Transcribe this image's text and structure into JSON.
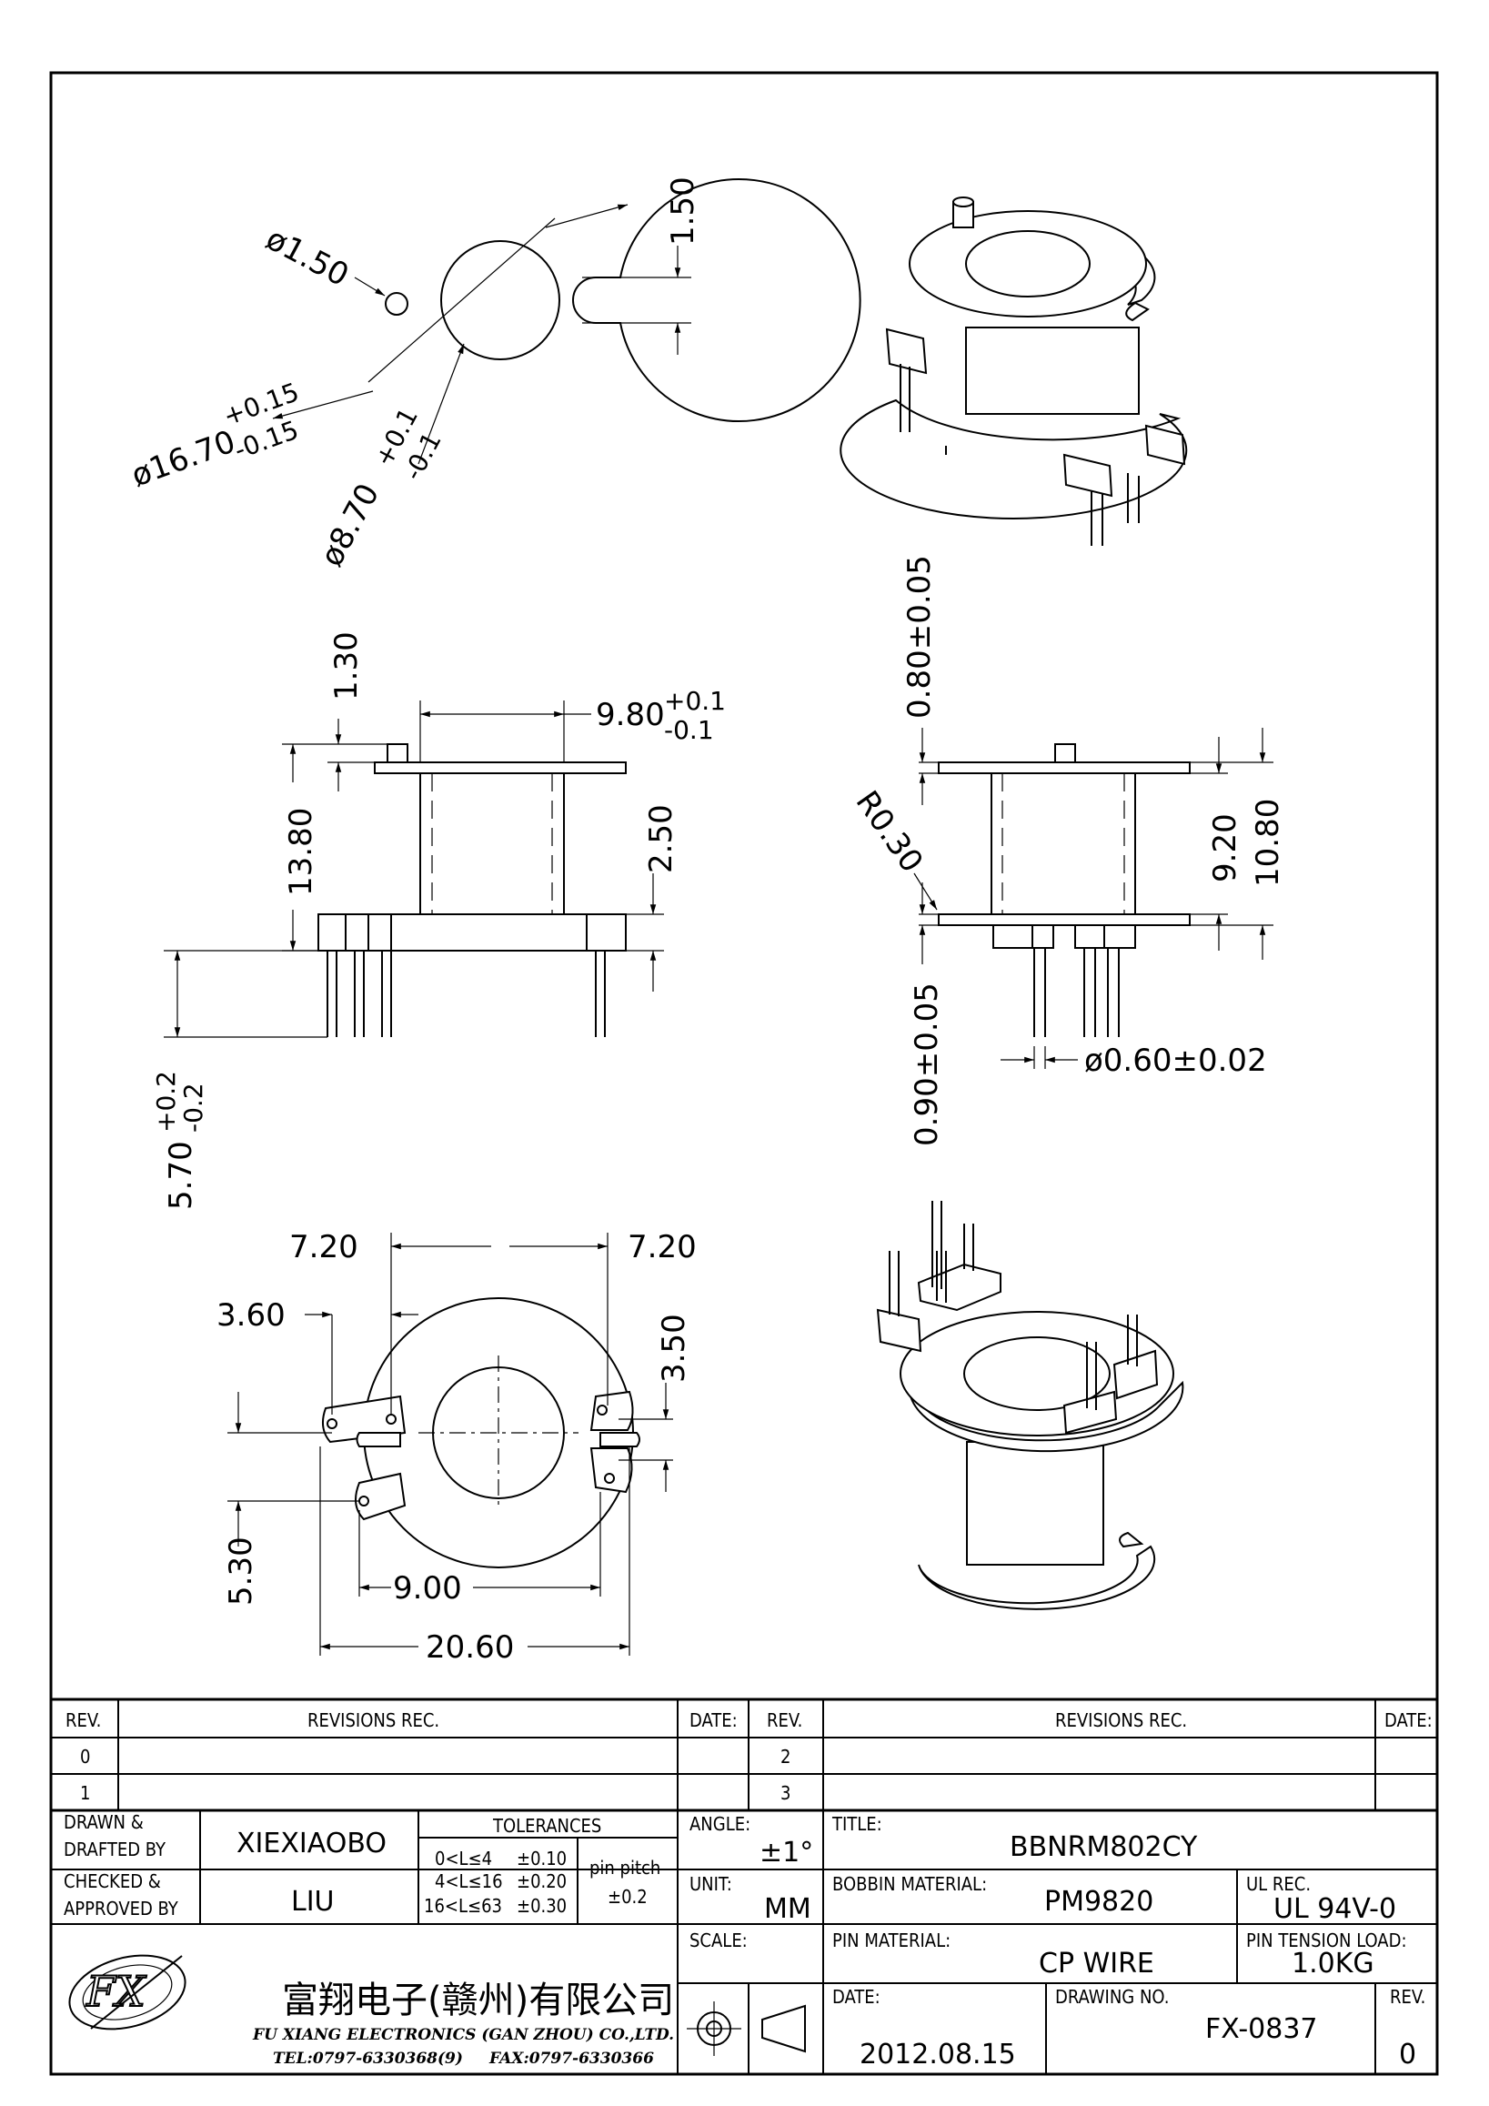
{
  "dimensions": {
    "top_view": {
      "hole_dia": "ø1.50",
      "slot_width": "1.50",
      "outer_dia": "ø16.70",
      "outer_tol_upper": "+0.15",
      "outer_tol_lower": "-0.15",
      "inner_dia": "ø8.70",
      "inner_tol_upper": "+0.1",
      "inner_tol_lower": "-0.1"
    },
    "front_view": {
      "flange_height": "1.30",
      "core_length": "9.80",
      "core_tol_upper": "+0.1",
      "core_tol_lower": "-0.1",
      "overall_height": "13.80",
      "base_height": "2.50",
      "pin_length": "5.70",
      "pin_tol_upper": "+0.2",
      "pin_tol_lower": "-0.2"
    },
    "side_view": {
      "top_flange": "0.80±0.05",
      "radius": "R0.30",
      "winding_height": "9.20",
      "flange_span": "10.80",
      "bottom_flange": "0.90±0.05",
      "pin_dia": "ø0.60±0.02"
    },
    "bottom_view": {
      "left_offset": "7.20",
      "right_offset": "7.20",
      "pin_offset": "3.60",
      "slot_offset": "3.50",
      "row_spacing": "5.30",
      "pin_spacing": "9.00",
      "overall_width": "20.60"
    }
  },
  "revision_table": {
    "rev_header": "REV.",
    "revisions_header": "REVISIONS   REC.",
    "date_header": "DATE:",
    "rows_left": [
      "0",
      "1"
    ],
    "rows_right": [
      "2",
      "3"
    ]
  },
  "title_block": {
    "drawn_label_1": "DRAWN  &",
    "drawn_label_2": "DRAFTED  BY",
    "drawn_by": "XIEXIAOBO",
    "checked_label_1": "CHECKED  &",
    "checked_label_2": "APPROVED  BY",
    "checked_by": "LIU",
    "tolerances_label": "TOLERANCES",
    "tol_rows": [
      {
        "range": "0<L≤4",
        "value": "±0.10"
      },
      {
        "range": "4<L≤16",
        "value": "±0.20"
      },
      {
        "range": "16<L≤63",
        "value": "±0.30"
      }
    ],
    "pin_pitch_label": "pin  pitch",
    "pin_pitch_value": "±0.2",
    "angle_label": "ANGLE:",
    "angle_value": "±1°",
    "unit_label": "UNIT:",
    "unit_value": "MM",
    "scale_label": "SCALE:",
    "title_label": "TITLE:",
    "title_value": "BBNRM802CY",
    "bobbin_material_label": "BOBBIN  MATERIAL:",
    "bobbin_material_value": "PM9820",
    "ul_rec_label": "UL  REC.",
    "ul_rec_value": "UL  94V-0",
    "pin_material_label": "PIN  MATERIAL:",
    "pin_material_value": "CP  WIRE",
    "pin_tension_label": "PIN  TENSION  LOAD:",
    "pin_tension_value": "1.0KG",
    "date_label": "DATE:",
    "date_value": "2012.08.15",
    "drawing_no_label": "DRAWING  NO.",
    "drawing_no_value": "FX-0837",
    "rev_label": "REV.",
    "rev_value": "0",
    "company_cn": "富翔电子(赣州)有限公司",
    "company_en": "FU  XIANG  ELECTRONICS  (GAN  ZHOU)  CO.,LTD.",
    "tel": "TEL:0797-6330368(9)",
    "fax": "FAX:0797-6330366"
  }
}
